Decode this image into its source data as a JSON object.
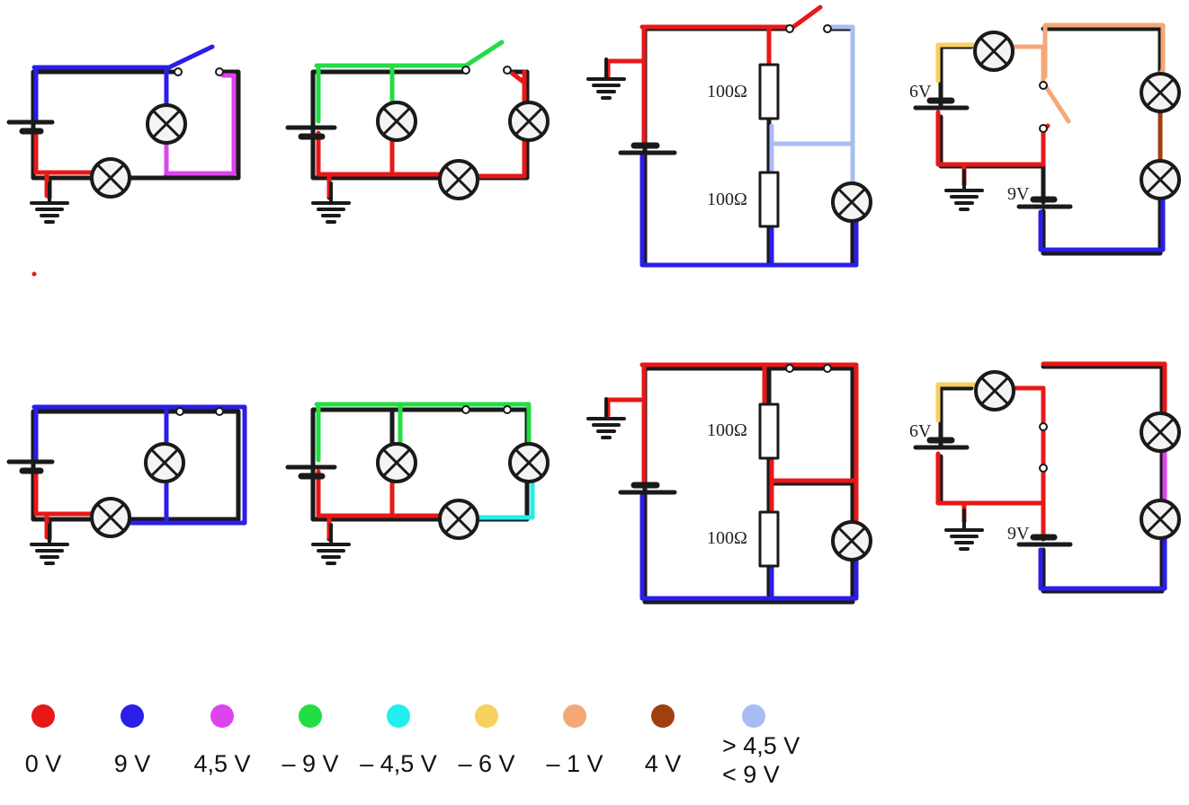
{
  "resistor_label": "100Ω",
  "battery_labels": {
    "six": "6V",
    "nine": "9V"
  },
  "colors": {
    "wire": "#1a1a1a",
    "red": "#e81818",
    "blue": "#2a1ee8",
    "magenta": "#dd44ee",
    "green": "#22dd44",
    "cyan": "#22eeee",
    "yellow": "#f8d060",
    "orange": "#f4a878",
    "brown": "#a04010",
    "lightblue": "#a8bcf4"
  },
  "legend": [
    {
      "color": "#e81818",
      "label": "0 V"
    },
    {
      "color": "#2a1ee8",
      "label": "9 V"
    },
    {
      "color": "#dd44ee",
      "label": "4,5 V"
    },
    {
      "color": "#22dd44",
      "label": "– 9 V"
    },
    {
      "color": "#22eeee",
      "label": "– 4,5 V"
    },
    {
      "color": "#f8d060",
      "label": "– 6 V"
    },
    {
      "color": "#f4a878",
      "label": "– 1 V"
    },
    {
      "color": "#a04010",
      "label": "4 V"
    },
    {
      "color": "#a8bcf4",
      "label": "> 4,5 V\n< 9 V"
    }
  ]
}
